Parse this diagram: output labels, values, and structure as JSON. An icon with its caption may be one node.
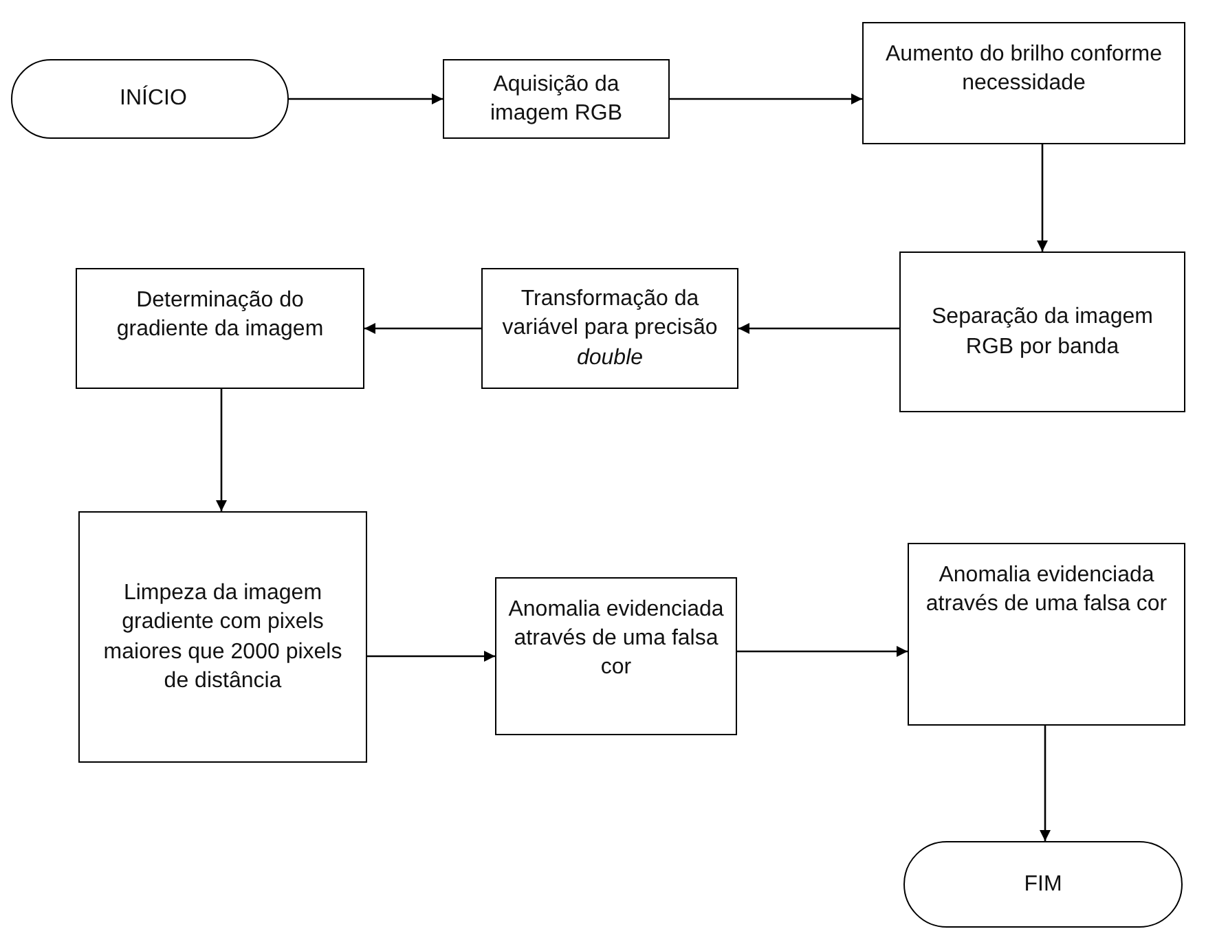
{
  "diagram": {
    "nodes": [
      {
        "text": [
          "INÍCIO"
        ]
      },
      {
        "text": [
          "Aquisição da imagem RGB"
        ]
      },
      {
        "text": [
          "Aumento do brilho conforme necessidade"
        ]
      },
      {
        "text": [
          "Separação da imagem RGB por banda"
        ]
      },
      {
        "text": [
          "Transformação da variável para precisão *double*"
        ]
      },
      {
        "text": [
          "Determinação do gradiente da imagem"
        ]
      },
      {
        "text": [
          "Limpeza da imagem gradiente com pixels maiores que 2000 pixels de distância"
        ]
      },
      {
        "text": [
          "Anomalia evidenciada através de uma falsa cor"
        ]
      },
      {
        "text": [
          "Anomalia evidenciada através de uma falsa cor"
        ]
      },
      {
        "text": [
          "FIM"
        ]
      }
    ],
    "edges": [
      {
        "from": 0,
        "to": 1,
        "arrow": "to"
      },
      {
        "from": 1,
        "to": 2,
        "arrow": "to"
      },
      {
        "from": 2,
        "to": 3,
        "arrow": "to"
      },
      {
        "from": 3,
        "to": 4,
        "arrow": "to"
      },
      {
        "from": 4,
        "to": 5,
        "arrow": "to"
      },
      {
        "from": 5,
        "to": 6,
        "arrow": "to"
      },
      {
        "from": 6,
        "to": 7,
        "arrow": "to"
      },
      {
        "from": 7,
        "to": 8,
        "arrow": "to"
      },
      {
        "from": 8,
        "to": 9,
        "arrow": "to"
      }
    ]
  }
}
